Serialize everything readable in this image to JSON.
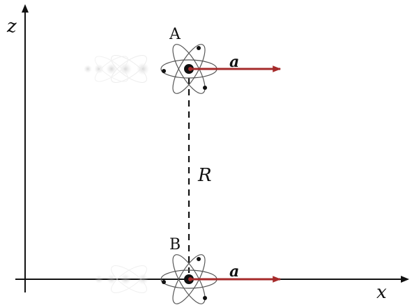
{
  "axes": {
    "z_label": "z",
    "x_label": "x"
  },
  "atoms": {
    "a": {
      "label": "A",
      "acceleration_label": "a"
    },
    "b": {
      "label": "B",
      "acceleration_label": "a"
    }
  },
  "separation": {
    "label": "R"
  },
  "colors": {
    "axis": "#111111",
    "arrow": "#a52a2a",
    "nucleus": "#111111",
    "ghost": "#bdbdbd"
  }
}
